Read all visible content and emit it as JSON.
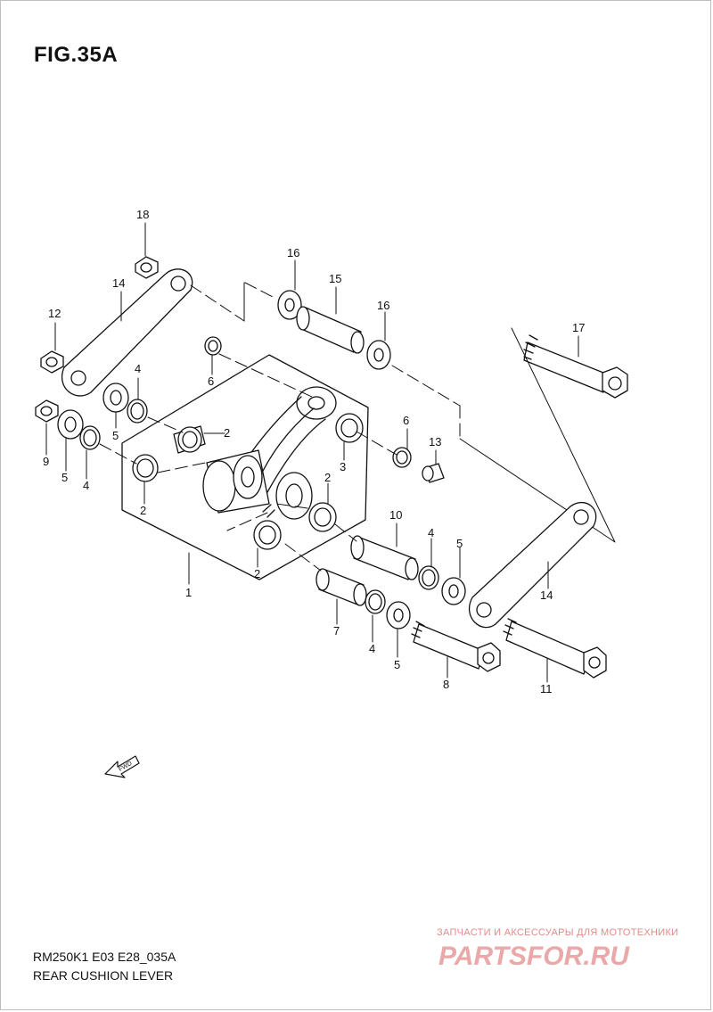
{
  "figure": {
    "title": "FIG.35A"
  },
  "parts": [
    {
      "id": "label-1",
      "text": "1"
    },
    {
      "id": "label-2a",
      "text": "2"
    },
    {
      "id": "label-2b",
      "text": "2"
    },
    {
      "id": "label-2c",
      "text": "2"
    },
    {
      "id": "label-2d",
      "text": "2"
    },
    {
      "id": "label-3",
      "text": "3"
    },
    {
      "id": "label-4a",
      "text": "4"
    },
    {
      "id": "label-4b",
      "text": "4"
    },
    {
      "id": "label-4c",
      "text": "4"
    },
    {
      "id": "label-4d",
      "text": "4"
    },
    {
      "id": "label-5a",
      "text": "5"
    },
    {
      "id": "label-5b",
      "text": "5"
    },
    {
      "id": "label-5c",
      "text": "5"
    },
    {
      "id": "label-5d",
      "text": "5"
    },
    {
      "id": "label-6a",
      "text": "6"
    },
    {
      "id": "label-6b",
      "text": "6"
    },
    {
      "id": "label-7",
      "text": "7"
    },
    {
      "id": "label-8",
      "text": "8"
    },
    {
      "id": "label-9",
      "text": "9"
    },
    {
      "id": "label-10",
      "text": "10"
    },
    {
      "id": "label-11",
      "text": "11"
    },
    {
      "id": "label-12",
      "text": "12"
    },
    {
      "id": "label-13",
      "text": "13"
    },
    {
      "id": "label-14a",
      "text": "14"
    },
    {
      "id": "label-14b",
      "text": "14"
    },
    {
      "id": "label-15",
      "text": "15"
    },
    {
      "id": "label-16a",
      "text": "16"
    },
    {
      "id": "label-16b",
      "text": "16"
    },
    {
      "id": "label-17",
      "text": "17"
    },
    {
      "id": "label-18",
      "text": "18"
    }
  ],
  "fwd_arrow": {
    "text": "FWD"
  },
  "footer": {
    "code": "RM250K1 E03 E28_035A",
    "name": "REAR CUSHION LEVER"
  },
  "watermark": {
    "tagline": "ЗАПЧАСТИ И АКСЕССУАРЫ ДЛЯ МОТОТЕХНИКИ",
    "brand": "PARTSFOR.RU",
    "color": "#e38a8a"
  }
}
